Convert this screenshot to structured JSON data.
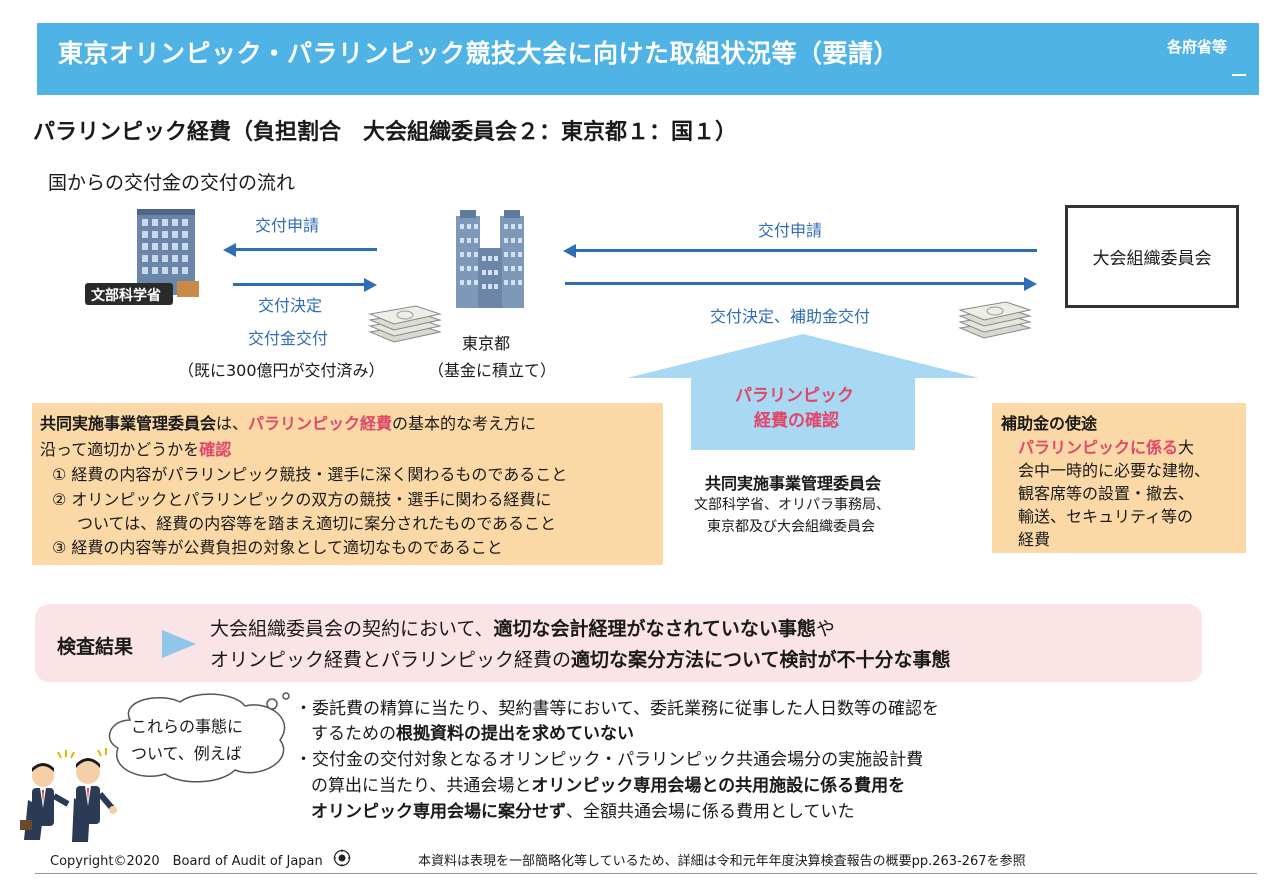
{
  "header": {
    "title": "東京オリンピック・パラリンピック競技大会に向けた取組状況等（要請）",
    "agency": "各府省等"
  },
  "section_title": "パラリンピック経費（負担割合　大会組織委員会２：東京都１：国１）",
  "flow": {
    "caption": "国からの交付金の交付の流れ",
    "ministry_sign": "文部科学省",
    "left_apply": "交付申請",
    "left_decide": "交付決定",
    "left_grant": "交付金交付",
    "left_note": "（既に300億円が交付済み）",
    "tokyo_label": "東京都",
    "tokyo_note": "（基金に積立て）",
    "right_apply": "交付申請",
    "right_decide": "交付決定、補助金交付",
    "org_box": "大会組織委員会"
  },
  "criteria": {
    "line1_a": "共同実施事業管理委員会",
    "line1_b": "は、",
    "line1_c": "パラリンピック経費",
    "line1_d": "の基本的な考え方に",
    "line2_a": "沿って適切かどうかを",
    "line2_b": "確認",
    "item1": "① 経費の内容がパラリンピック競技・選手に深く関わるものであること",
    "item2a": "② オリンピックとパラリンピックの双方の競技・選手に関わる経費に",
    "item2b": "ついては、経費の内容等を踏まえ適切に案分されたものであること",
    "item3": "③ 経費の内容等が公費負担の対象として適切なものであること"
  },
  "check_arrow": {
    "line1": "パラリンピック",
    "line2": "経費の確認"
  },
  "committee": {
    "name": "共同実施事業管理委員会",
    "members1": "文部科学省、オリパラ事務局、",
    "members2": "東京都及び大会組織委員会"
  },
  "usage": {
    "title": "補助金の使途",
    "line1_a": "パラリンピックに係る",
    "line1_b": "大",
    "line2": "会中一時的に必要な建物、",
    "line3": "観客席等の設置・撤去、",
    "line4": "輸送、セキュリティ等の",
    "line5": "経費"
  },
  "result": {
    "label": "検査結果",
    "line1_a": "大会組織委員会の契約において、",
    "line1_b": "適切な会計経理がなされていない事態",
    "line1_c": "や",
    "line2_a": "オリンピック経費とパラリンピック経費の",
    "line2_b": "適切な案分方法について検討が不十分な事態"
  },
  "bubble": {
    "line1": "これらの事態に",
    "line2": "ついて、例えば"
  },
  "examples": {
    "e1_line1": "・委託費の精算に当たり、契約書等において、委託業務に従事した人日数等の確認を",
    "e1_line2a": "するための",
    "e1_line2b": "根拠資料の提出を求めていない",
    "e2_line1": "・交付金の交付対象となるオリンピック・パラリンピック共通会場分の実施設計費",
    "e2_line2a": "の算出に当たり、共通会場と",
    "e2_line2b": "オリンピック専用会場との共用施設に係る費用を",
    "e2_line3a": "オリンピック専用会場に案分せず",
    "e2_line3b": "、全額共通会場に係る費用としていた"
  },
  "footer": {
    "copyright": "Copyright©2020　Board of Audit of Japan",
    "note": "本資料は表現を一部簡略化等しているため、詳細は令和元年年度決算検査報告の概要pp.263-267を参照"
  },
  "colors": {
    "header": "#4fb3e6",
    "flow_arrow": "#2f6db4",
    "highlight": "#e0476b",
    "orange_box": "#fbd9a6",
    "result_box": "#fbe4e6",
    "big_arrow": "#a9d8f2"
  }
}
